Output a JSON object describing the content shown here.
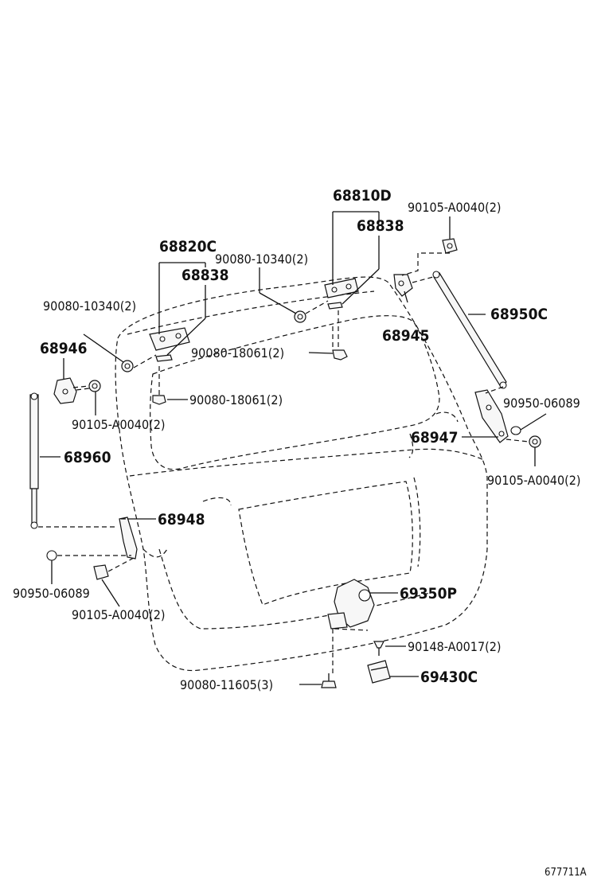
{
  "diagram": {
    "labels": {
      "p68810D": "68810D",
      "p68838a": "68838",
      "p90105_top": "90105-A0040(2)",
      "p68820C": "68820C",
      "p68838b": "68838",
      "p90080_10340_mid": "90080-10340(2)",
      "p90080_10340_left": "90080-10340(2)",
      "p68946": "68946",
      "p68945": "68945",
      "p68950C": "68950C",
      "p90080_18061_a": "90080-18061(2)",
      "p90080_18061_b": "90080-18061(2)",
      "p90950_right": "90950-06089",
      "p90105_left": "90105-A0040(2)",
      "p68947": "68947",
      "p68960": "68960",
      "p90105_right": "90105-A0040(2)",
      "p68948": "68948",
      "p90950_left": "90950-06089",
      "p69350P": "69350P",
      "p90105_bottom": "90105-A0040(2)",
      "p90148": "90148-A0017(2)",
      "p69430C": "69430C",
      "p90080_11605": "90080-11605(3)",
      "figure_ref": "677711A"
    }
  }
}
